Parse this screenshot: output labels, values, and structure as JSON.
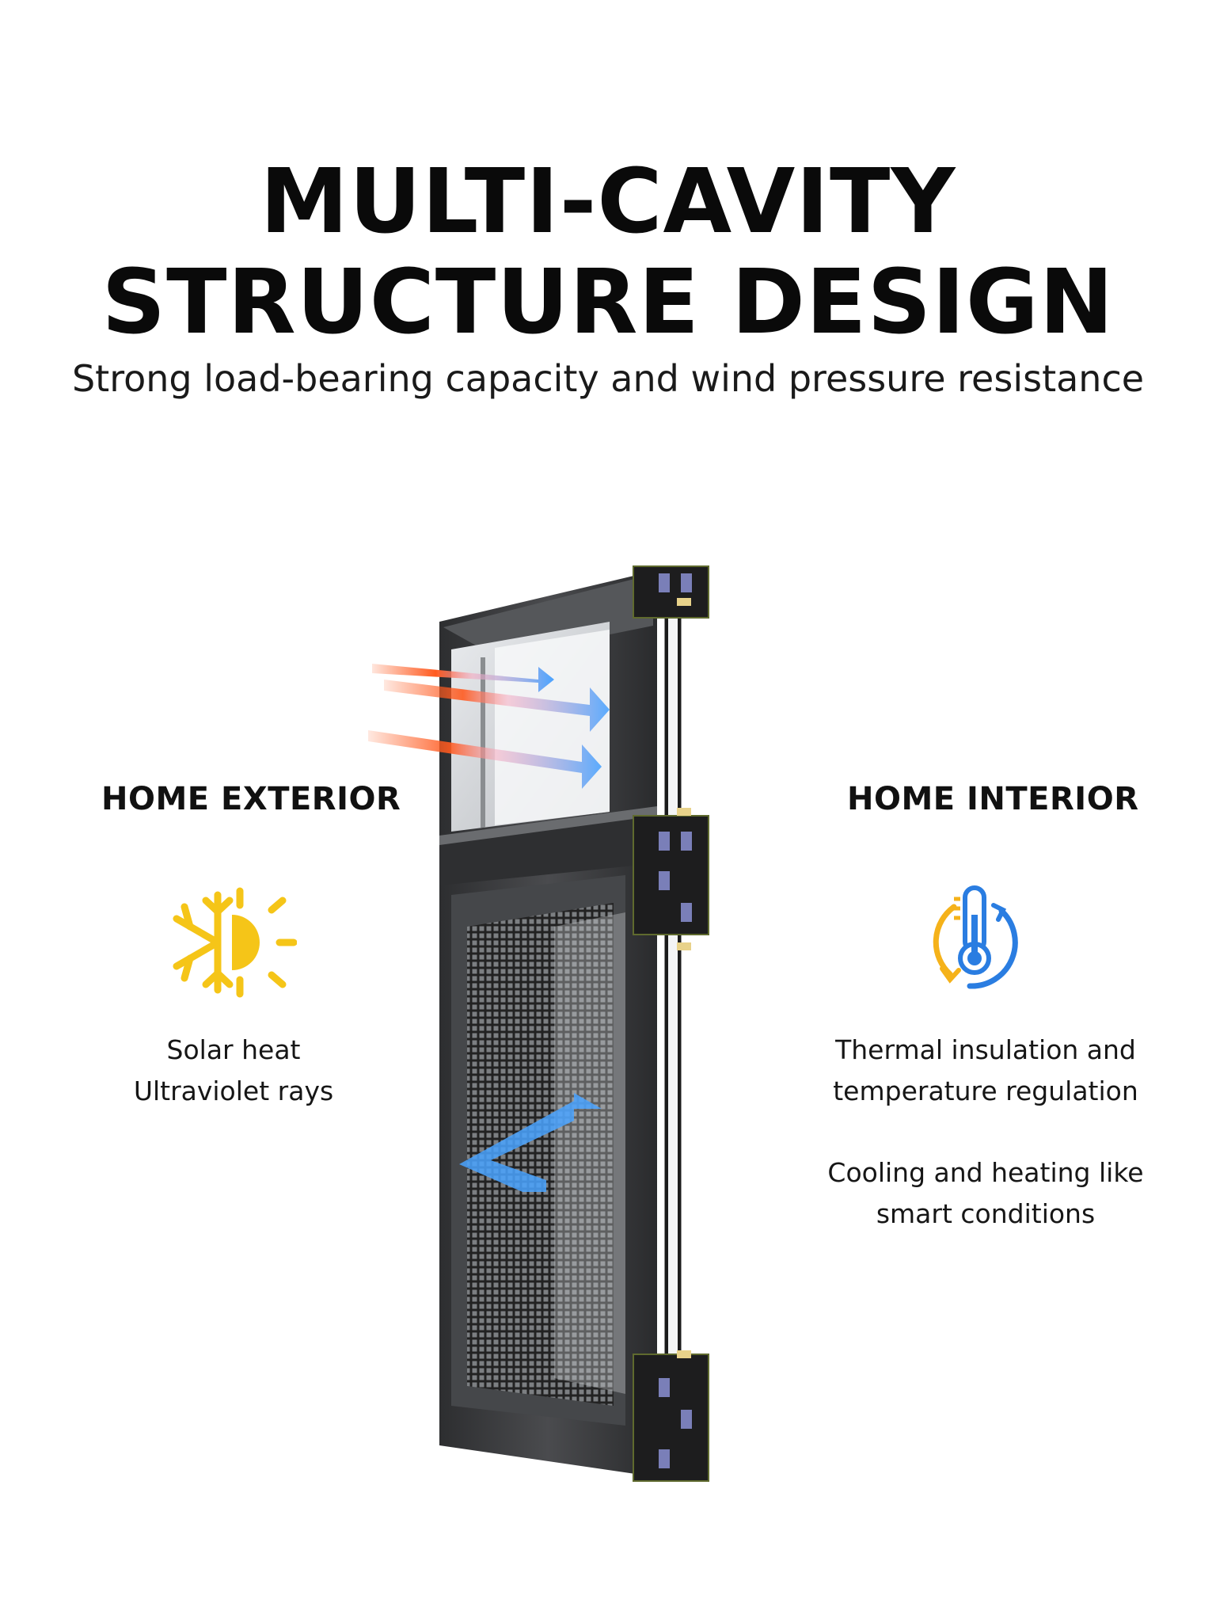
{
  "header": {
    "title_line1": "MULTI-CAVITY",
    "title_line2": "STRUCTURE DESIGN",
    "subtitle": "Strong load-bearing capacity and wind pressure resistance"
  },
  "exterior": {
    "heading": "HOME EXTERIOR",
    "icon": "sun-snowflake-icon",
    "lines": [
      "Solar heat",
      "Ultraviolet rays"
    ]
  },
  "interior": {
    "heading": "HOME INTERIOR",
    "icon": "thermometer-cycle-icon",
    "block1": [
      "Thermal insulation and",
      "temperature regulation"
    ],
    "block2": [
      "Cooling and heating like",
      "smart conditions"
    ]
  },
  "colors": {
    "sun": "#f5c518",
    "heat_arrow": "#ff5a1f",
    "cool_arrow": "#4aa3ff",
    "frame": "#3a3b3d"
  }
}
